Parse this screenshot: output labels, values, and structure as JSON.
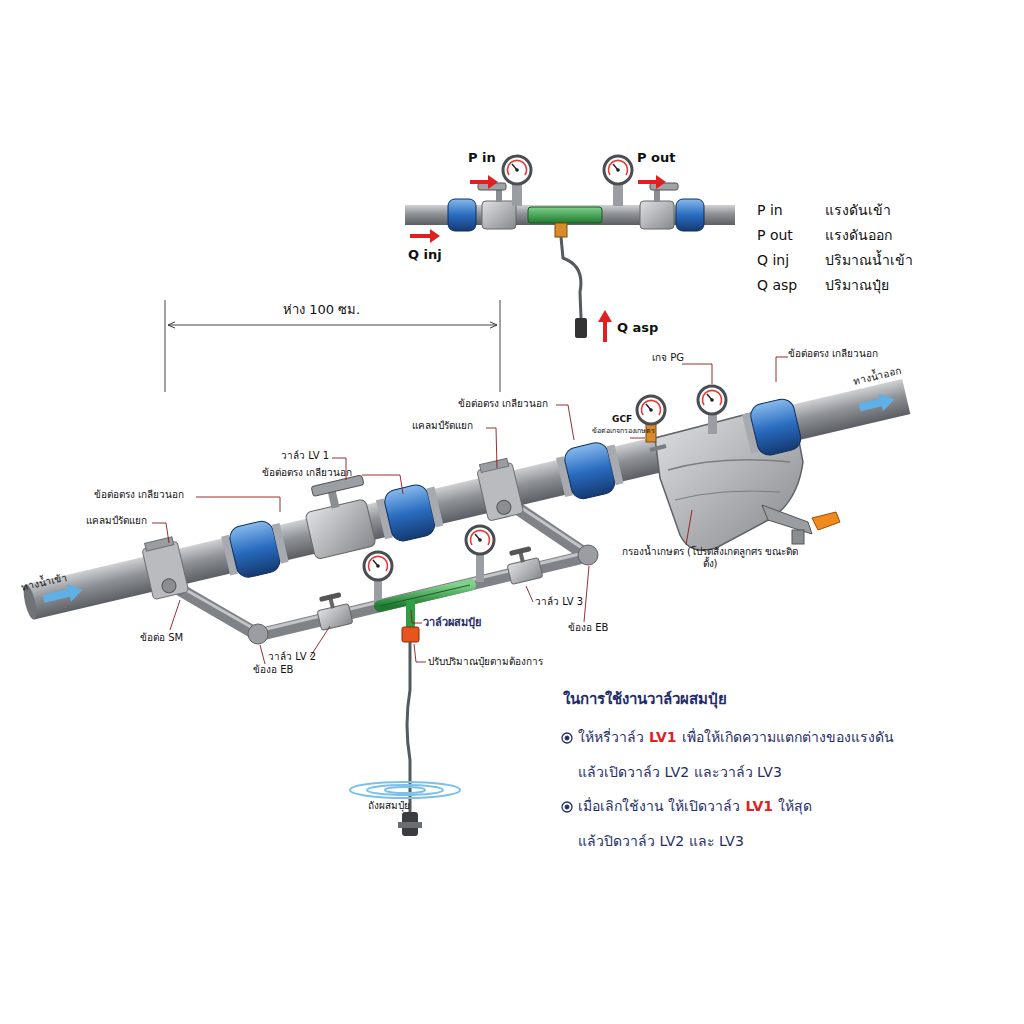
{
  "diagram": {
    "labels": [
      "P in",
      "P out",
      "Q inj",
      "Q asp",
      "P in",
      "แรงดันเข้า",
      "P out",
      "แรงดันออก",
      "Q inj",
      "ปริมาณน้ำเข้า",
      "Q asp",
      "ปริมาณปุ๋ย",
      "ห่าง 100 ซม.",
      "เกจ PG",
      "ข้อต่อตรง เกลียวนอก",
      "ทางน้ำออก",
      "ข้อต่อตรง เกลียวนอก",
      "แคลมป์รัดแยก",
      "GCF",
      "ข้อต่อเกจกรองเกษตร",
      "วาล์ว LV 1",
      "ข้อต่อตรง เกลียวนอก",
      "ข้อต่อตรง เกลียวนอก",
      "แคลมป์รัดแยก",
      "ทางน้ำเข้า",
      "กรองน้ำเกษตร (โปรดสังเกตลูกศร ขณะติดตั้ง)",
      "วาล์ว LV 3",
      "ข้อต่อ SM",
      "วาล์วผสมปุ๋ย",
      "ข้องอ EB",
      "วาล์ว LV 2",
      "ปรับปริมาณปุ๋ยตามต้องการ",
      "ข้องอ EB",
      "ถังผสมปุ๋ย",
      "ในการใช้งานวาล์วผสมปุ๋ย",
      "ให้หรี่วาล์ว",
      "LV1",
      "เพื่อให้เกิดความแตกต่างของแรงดัน",
      "แล้วเปิดวาล์ว LV2 และวาล์ว LV3",
      "เมื่อเลิกใช้งาน ให้เปิดวาล์ว",
      "LV1",
      "ให้สุด",
      "แล้วปิดวาล์ว LV2 และ LV3"
    ]
  }
}
